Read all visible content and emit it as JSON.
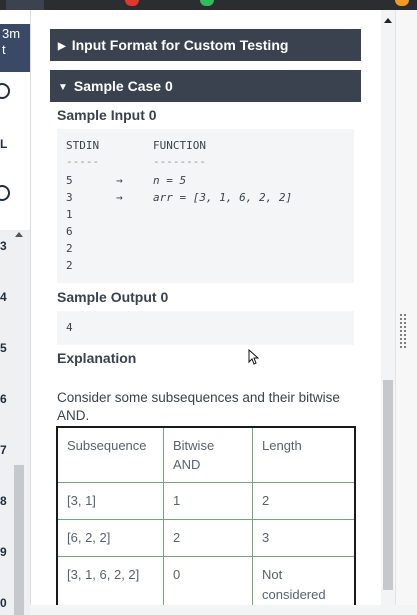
{
  "left_nav": {
    "timer_lines": [
      "3m",
      "t"
    ],
    "items": [
      "L",
      "3",
      "4",
      "5",
      "6",
      "7",
      "8",
      "9",
      "0"
    ]
  },
  "accordion": {
    "input_format_title": "Input Format for Custom Testing",
    "sample_case_title": "Sample Case 0"
  },
  "sample_input": {
    "heading": "Sample Input 0",
    "header_stdin": "STDIN",
    "header_function": "FUNCTION",
    "dash_stdin": "-----",
    "dash_function": "--------",
    "rows": [
      {
        "stdin": "5",
        "arrow": "→",
        "fn": "n = 5"
      },
      {
        "stdin": "3",
        "arrow": "→",
        "fn": "arr = [3, 1, 6, 2, 2]"
      },
      {
        "stdin": "1"
      },
      {
        "stdin": "6"
      },
      {
        "stdin": "2"
      },
      {
        "stdin": "2"
      }
    ]
  },
  "sample_output": {
    "heading": "Sample Output 0",
    "value": "4"
  },
  "explanation": {
    "heading": "Explanation",
    "text": "Consider some subsequences and their bitwise AND.",
    "table": {
      "headers": [
        "Subsequence",
        "Bitwise AND",
        "Length"
      ],
      "rows": [
        [
          "[3, 1]",
          "1",
          "2"
        ],
        [
          "[6, 2, 2]",
          "2",
          "3"
        ],
        [
          "[3, 1, 6, 2, 2]",
          "0",
          "Not considered"
        ]
      ]
    }
  },
  "colors": {
    "header_bg": "#39424e",
    "code_bg": "#f4f5f6",
    "table_inner_border": "#6fa77a"
  }
}
